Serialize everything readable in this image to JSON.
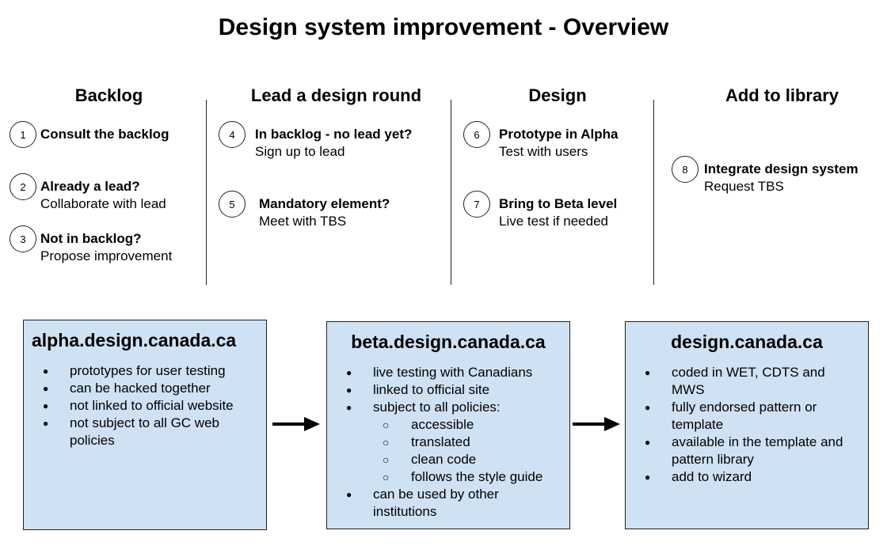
{
  "title": "Design system improvement - Overview",
  "columns": [
    {
      "heading": "Backlog"
    },
    {
      "heading": "Lead a design round"
    },
    {
      "heading": "Design"
    },
    {
      "heading": "Add to library"
    }
  ],
  "steps": [
    {
      "num": "1",
      "title": "Consult the backlog",
      "sub": ""
    },
    {
      "num": "2",
      "title": "Already a lead?",
      "sub": "Collaborate with lead"
    },
    {
      "num": "3",
      "title": "Not in backlog?",
      "sub": "Propose improvement"
    },
    {
      "num": "4",
      "title": "In backlog - no lead yet?",
      "sub": "Sign up to lead"
    },
    {
      "num": "5",
      "title": "Mandatory element?",
      "sub": "Meet with TBS"
    },
    {
      "num": "6",
      "title": "Prototype in Alpha",
      "sub": "Test with users"
    },
    {
      "num": "7",
      "title": "Bring to Beta level",
      "sub": "Live test if needed"
    },
    {
      "num": "8",
      "title": "Integrate design system",
      "sub": "Request TBS"
    }
  ],
  "boxes": [
    {
      "title": "alpha.design.canada.ca",
      "items": [
        "prototypes for user testing",
        "can be hacked together",
        "not linked to official website",
        "not subject to all GC web policies"
      ]
    },
    {
      "title": "beta.design.canada.ca",
      "items": [
        "live testing with Canadians",
        "linked to official site",
        "subject to all policies:",
        "can be used by other institutions"
      ],
      "subitems": [
        "accessible",
        "translated",
        "clean code",
        "follows the style guide"
      ]
    },
    {
      "title": "design.canada.ca",
      "items": [
        "coded in WET, CDTS and MWS",
        "fully endorsed pattern or template",
        "available in the template and pattern library",
        "add to wizard"
      ]
    }
  ],
  "colors": {
    "box_fill": "#cfe2f3",
    "border": "#222222"
  }
}
